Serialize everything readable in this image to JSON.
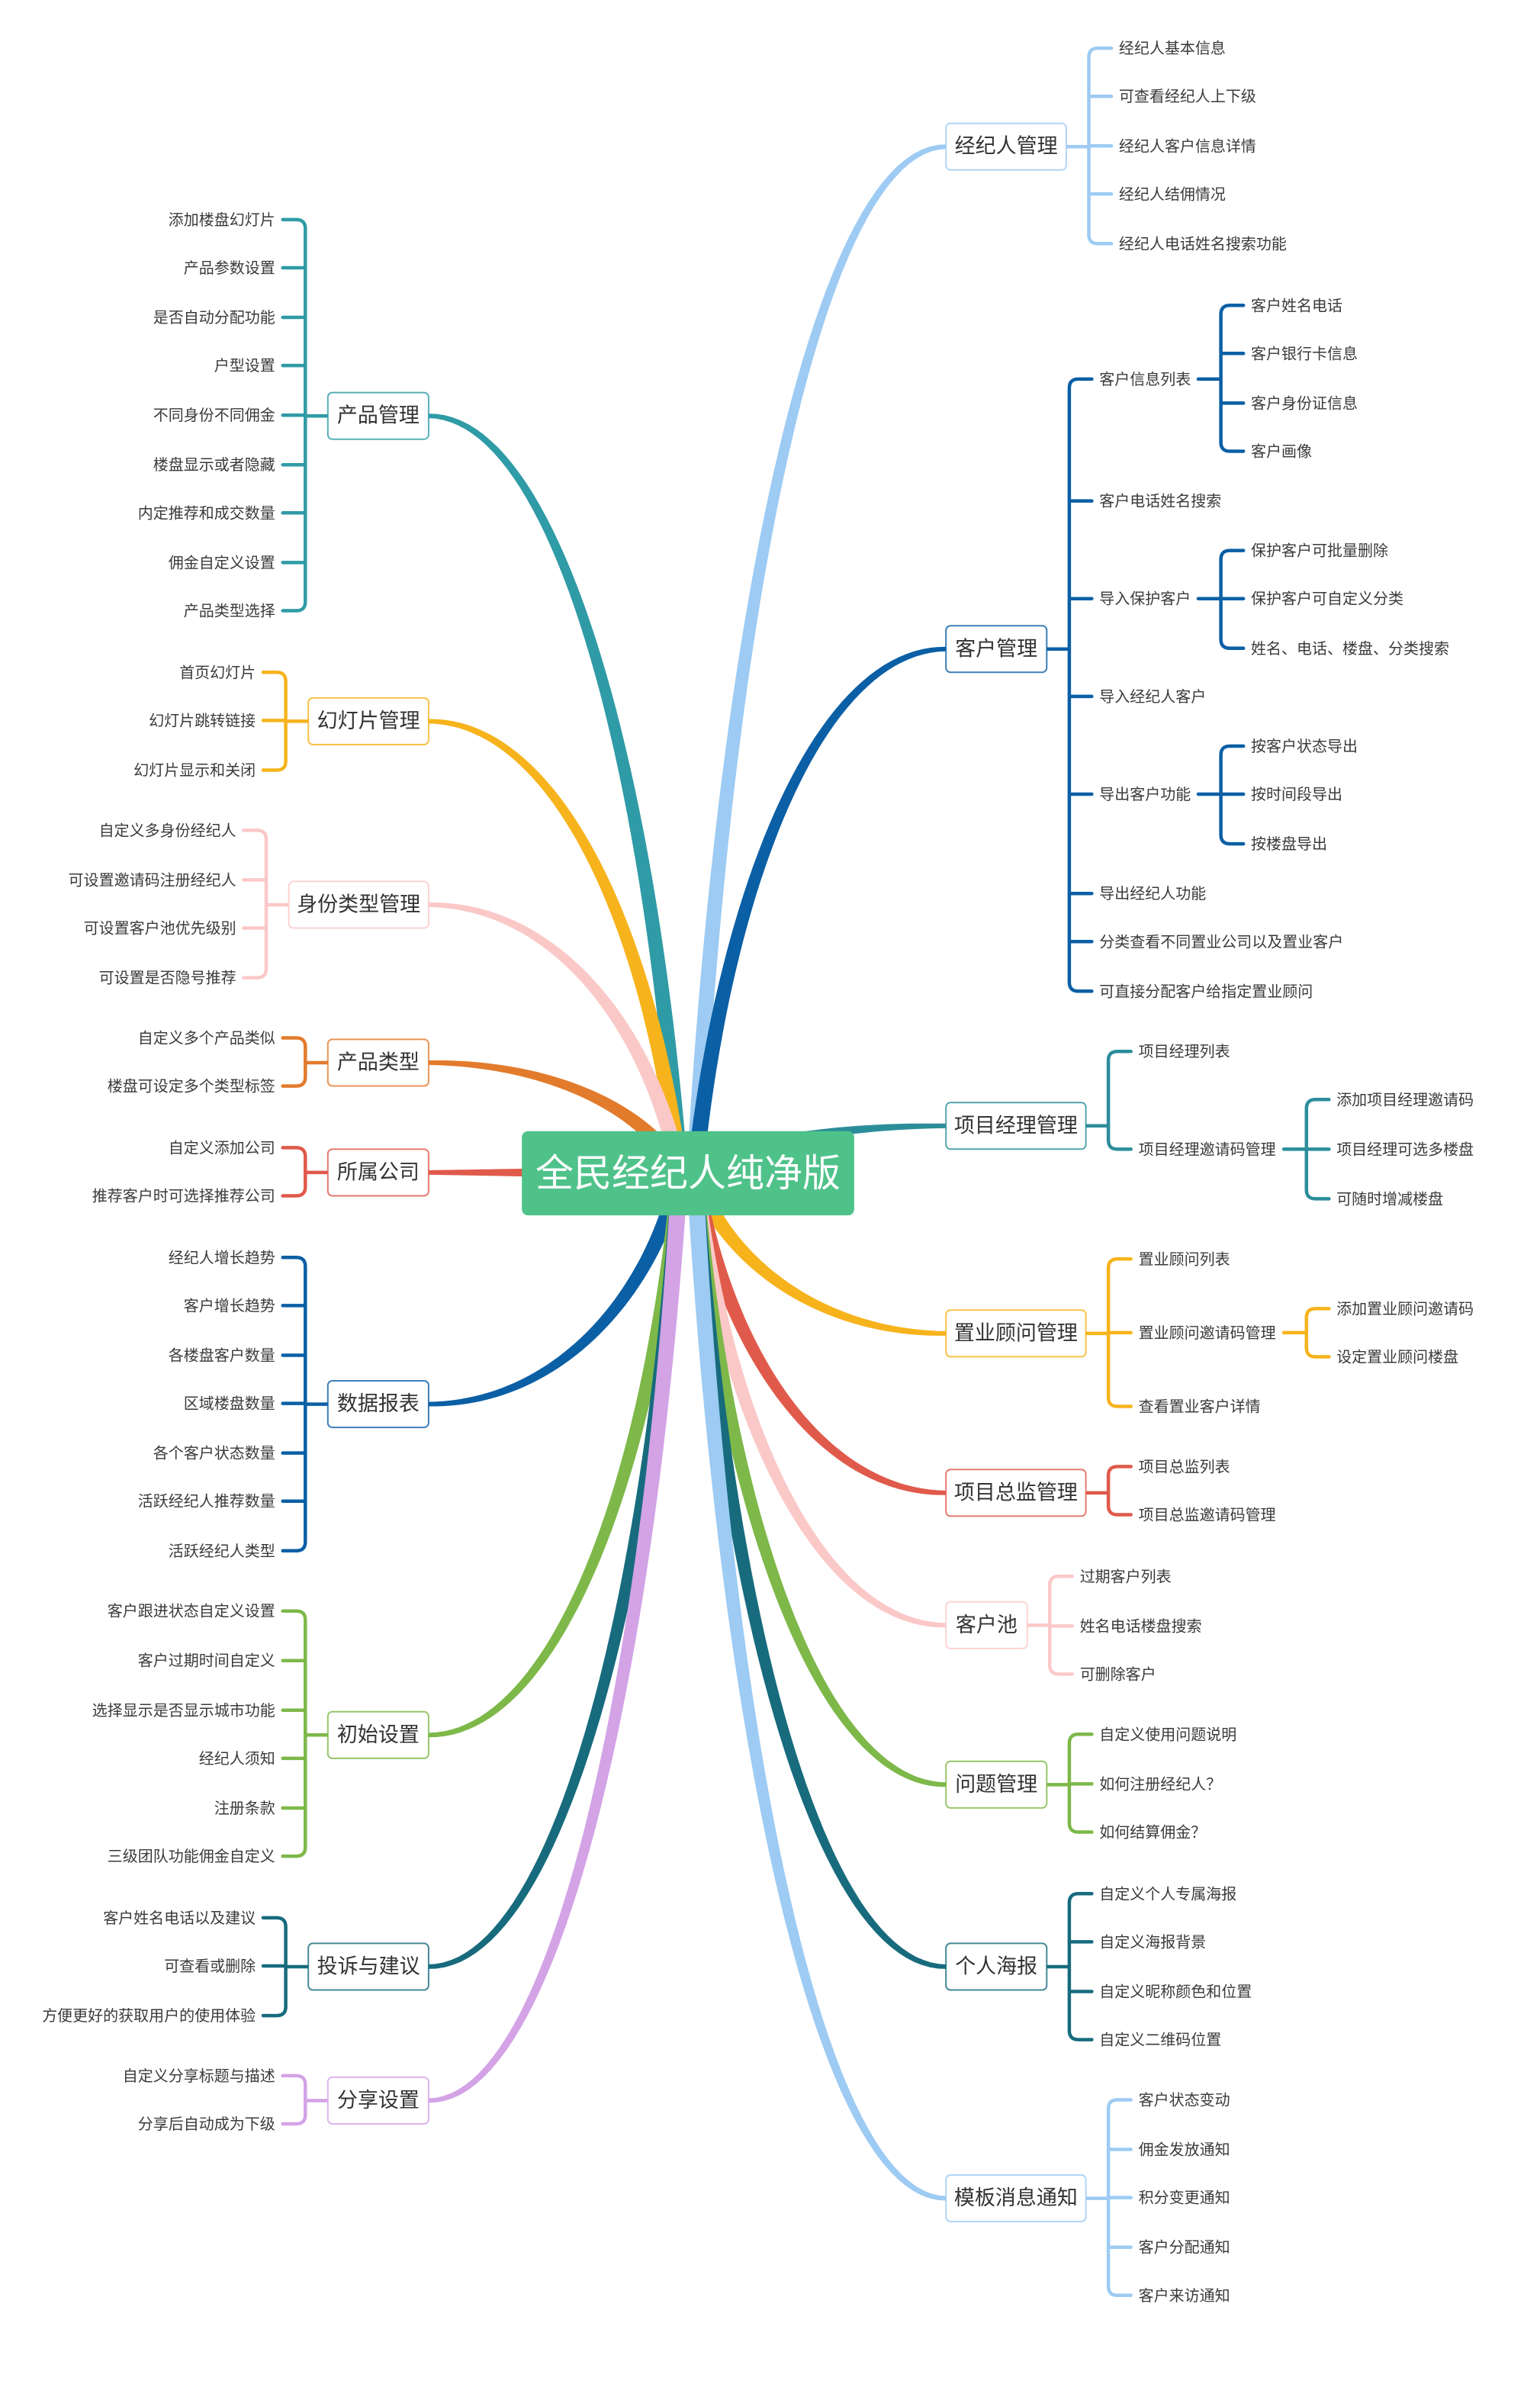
{
  "central": {
    "title": "全民经纪人纯净版",
    "color": "#4FC28A"
  },
  "branches": [
    {
      "label": "经纪人管理",
      "color": "#9DCBF3",
      "children": [
        {
          "label": "经纪人基本信息"
        },
        {
          "label": "可查看经纪人上下级"
        },
        {
          "label": "经纪人客户信息详情"
        },
        {
          "label": "经纪人结佣情况"
        },
        {
          "label": "经纪人电话姓名搜索功能"
        }
      ]
    },
    {
      "label": "客户管理",
      "color": "#0B5FA5",
      "children": [
        {
          "label": "客户信息列表",
          "children": [
            {
              "label": "客户姓名电话"
            },
            {
              "label": "客户银行卡信息"
            },
            {
              "label": "客户身份证信息"
            },
            {
              "label": "客户画像"
            }
          ]
        },
        {
          "label": "客户电话姓名搜索"
        },
        {
          "label": "导入保护客户",
          "children": [
            {
              "label": "保护客户可批量删除"
            },
            {
              "label": "保护客户可自定义分类"
            },
            {
              "label": "姓名、电话、楼盘、分类搜索"
            }
          ]
        },
        {
          "label": "导入经纪人客户"
        },
        {
          "label": "导出客户功能",
          "children": [
            {
              "label": "按客户状态导出"
            },
            {
              "label": "按时间段导出"
            },
            {
              "label": "按楼盘导出"
            }
          ]
        },
        {
          "label": "导出经纪人功能"
        },
        {
          "label": "分类查看不同置业公司以及置业客户"
        },
        {
          "label": "可直接分配客户给指定置业顾问"
        }
      ]
    },
    {
      "label": "项目经理管理",
      "color": "#2C8D9A",
      "children": [
        {
          "label": "项目经理列表"
        },
        {
          "label": "项目经理邀请码管理",
          "children": [
            {
              "label": "添加项目经理邀请码"
            },
            {
              "label": "项目经理可选多楼盘"
            },
            {
              "label": "可随时增减楼盘"
            }
          ]
        }
      ]
    },
    {
      "label": "置业顾问管理",
      "color": "#F6B31C",
      "children": [
        {
          "label": "置业顾问列表"
        },
        {
          "label": "置业顾问邀请码管理",
          "children": [
            {
              "label": "添加置业顾问邀请码"
            },
            {
              "label": "设定置业顾问楼盘"
            }
          ]
        },
        {
          "label": "查看置业客户详情"
        }
      ]
    },
    {
      "label": "项目总监管理",
      "color": "#E05A4B",
      "children": [
        {
          "label": "项目总监列表"
        },
        {
          "label": "项目总监邀请码管理"
        }
      ]
    },
    {
      "label": "客户池",
      "color": "#FBC8C8",
      "children": [
        {
          "label": "过期客户列表"
        },
        {
          "label": "姓名电话楼盘搜索"
        },
        {
          "label": "可删除客户"
        }
      ]
    },
    {
      "label": "问题管理",
      "color": "#7DB849",
      "children": [
        {
          "label": "自定义使用问题说明"
        },
        {
          "label": "如何注册经纪人？"
        },
        {
          "label": "如何结算佣金？"
        }
      ]
    },
    {
      "label": "个人海报",
      "color": "#176B7D",
      "children": [
        {
          "label": "自定义个人专属海报"
        },
        {
          "label": "自定义海报背景"
        },
        {
          "label": "自定义昵称颜色和位置"
        },
        {
          "label": "自定义二维码位置"
        }
      ]
    },
    {
      "label": "模板消息通知",
      "color": "#9DCBF3",
      "children": [
        {
          "label": "客户状态变动"
        },
        {
          "label": "佣金发放通知"
        },
        {
          "label": "积分变更通知"
        },
        {
          "label": "客户分配通知"
        },
        {
          "label": "客户来访通知"
        }
      ]
    },
    {
      "label": "产品管理",
      "color": "#2F9BA6",
      "children": [
        {
          "label": "添加楼盘幻灯片"
        },
        {
          "label": "产品参数设置"
        },
        {
          "label": "是否自动分配功能"
        },
        {
          "label": "户型设置"
        },
        {
          "label": "不同身份不同佣金"
        },
        {
          "label": "楼盘显示或者隐藏"
        },
        {
          "label": "内定推荐和成交数量"
        },
        {
          "label": "佣金自定义设置"
        },
        {
          "label": "产品类型选择"
        }
      ]
    },
    {
      "label": "幻灯片管理",
      "color": "#F6B31C",
      "children": [
        {
          "label": "首页幻灯片"
        },
        {
          "label": "幻灯片跳转链接"
        },
        {
          "label": "幻灯片显示和关闭"
        }
      ]
    },
    {
      "label": "身份类型管理",
      "color": "#FBC8C8",
      "children": [
        {
          "label": "自定义多身份经纪人"
        },
        {
          "label": "可设置邀请码注册经纪人"
        },
        {
          "label": "可设置客户池优先级别"
        },
        {
          "label": "可设置是否隐号推荐"
        }
      ]
    },
    {
      "label": "产品类型",
      "color": "#E27B2C",
      "children": [
        {
          "label": "自定义多个产品类似"
        },
        {
          "label": "楼盘可设定多个类型标签"
        }
      ]
    },
    {
      "label": "所属公司",
      "color": "#E05A4B",
      "children": [
        {
          "label": "自定义添加公司"
        },
        {
          "label": "推荐客户时可选择推荐公司"
        }
      ]
    },
    {
      "label": "数据报表",
      "color": "#0B5FA5",
      "children": [
        {
          "label": "经纪人增长趋势"
        },
        {
          "label": "客户增长趋势"
        },
        {
          "label": "各楼盘客户数量"
        },
        {
          "label": "区域楼盘数量"
        },
        {
          "label": "各个客户状态数量"
        },
        {
          "label": "活跃经纪人推荐数量"
        },
        {
          "label": "活跃经纪人类型"
        }
      ]
    },
    {
      "label": "初始设置",
      "color": "#7DB849",
      "children": [
        {
          "label": "客户跟进状态自定义设置"
        },
        {
          "label": "客户过期时间自定义"
        },
        {
          "label": "选择显示是否显示城市功能"
        },
        {
          "label": "经纪人须知"
        },
        {
          "label": "注册条款"
        },
        {
          "label": "三级团队功能佣金自定义"
        }
      ]
    },
    {
      "label": "投诉与建议",
      "color": "#176B7D",
      "children": [
        {
          "label": "客户姓名电话以及建议"
        },
        {
          "label": "可查看或删除"
        },
        {
          "label": "方便更好的获取用户的使用体验"
        }
      ]
    },
    {
      "label": "分享设置",
      "color": "#D3A3E6",
      "children": [
        {
          "label": "自定义分享标题与描述"
        },
        {
          "label": "分享后自动成为下级"
        }
      ]
    }
  ]
}
